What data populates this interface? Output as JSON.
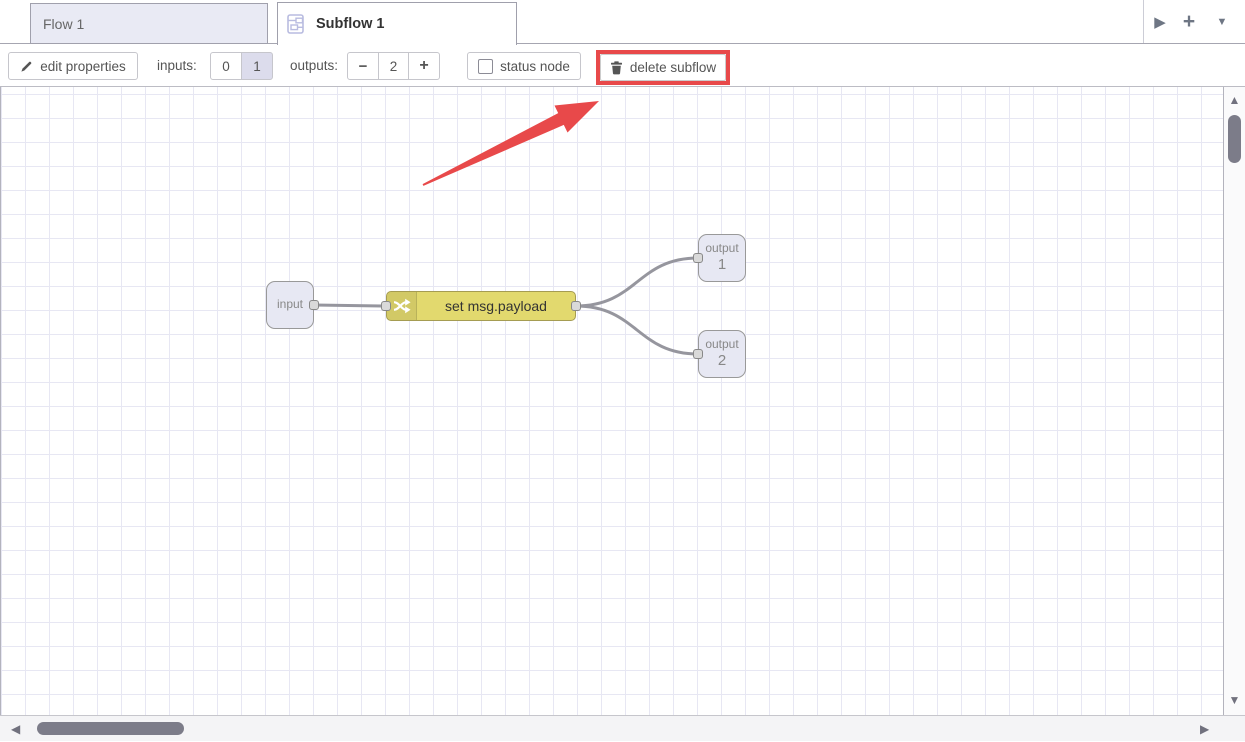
{
  "tabbar": {
    "tabs": [
      {
        "label": "Flow 1",
        "active": false
      },
      {
        "label": "Subflow 1",
        "active": true
      }
    ],
    "scroll_right_glyph": "▶",
    "add_flow_glyph": "+",
    "flow_menu_glyph": "▼"
  },
  "toolbar": {
    "edit_properties_label": "edit properties",
    "inputs_label": "inputs:",
    "inputs_options": [
      "0",
      "1"
    ],
    "inputs_selected": "1",
    "outputs_label": "outputs:",
    "outputs_decrease_glyph": "−",
    "outputs_value": "2",
    "outputs_increase_glyph": "+",
    "status_node_label": "status node",
    "status_node_checked": false,
    "delete_subflow_label": "delete subflow"
  },
  "canvas": {
    "nodes": {
      "input": {
        "label": "input"
      },
      "change": {
        "label": "set msg.payload",
        "icon": "shuffle-icon"
      },
      "output1": {
        "label": "output",
        "number": "1"
      },
      "output2": {
        "label": "output",
        "number": "2"
      }
    },
    "wires": [
      {
        "from": "input",
        "to": "set msg.payload"
      },
      {
        "from": "set msg.payload",
        "to": "output 1"
      },
      {
        "from": "set msg.payload",
        "to": "output 2"
      }
    ],
    "annotations": [
      {
        "type": "red-box",
        "target": "delete subflow button"
      },
      {
        "type": "red-arrow",
        "points_to": "delete subflow button"
      }
    ]
  },
  "scrollbars": {
    "up_glyph": "▲",
    "down_glyph": "▼",
    "left_glyph": "◀",
    "right_glyph": "▶"
  },
  "colors": {
    "highlight_red": "#e8494a",
    "change_node_yellow": "#e2d96e",
    "io_node_lavender": "#e7e8f3",
    "inactive_tab_lavender": "#e9eaf4",
    "wire_gray": "#96969e"
  }
}
